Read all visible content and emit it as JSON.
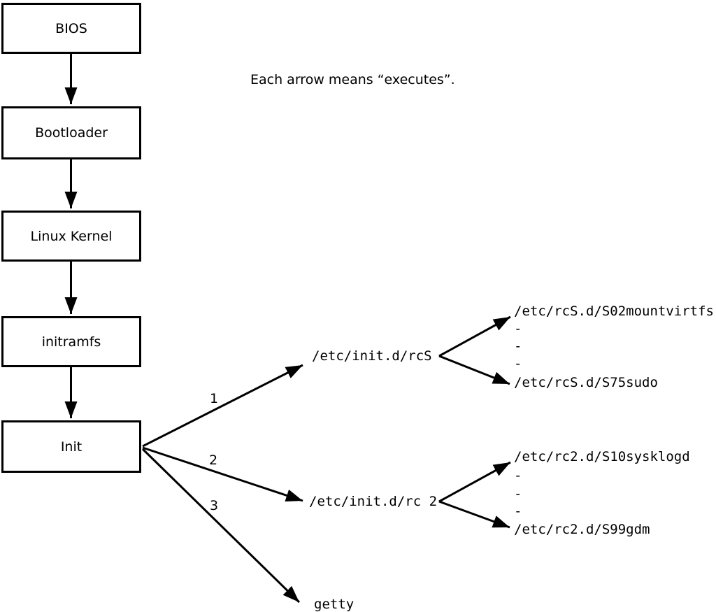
{
  "note": "Each arrow means “executes”.",
  "boot_chain": [
    {
      "label": "BIOS"
    },
    {
      "label": "Bootloader"
    },
    {
      "label": "Linux Kernel"
    },
    {
      "label": "initramfs"
    },
    {
      "label": "Init"
    }
  ],
  "init_children": [
    {
      "order": "1",
      "label": "/etc/init.d/rcS"
    },
    {
      "order": "2",
      "label": "/etc/init.d/rc 2"
    },
    {
      "order": "3",
      "label": "getty"
    }
  ],
  "rcS_dir": {
    "first": "/etc/rcS.d/S02mountvirtfs",
    "dots": [
      "-",
      "-",
      "-"
    ],
    "last": "/etc/rcS.d/S75sudo"
  },
  "rc2_dir": {
    "first": "/etc/rc2.d/S10sysklogd",
    "dots": [
      "-",
      "-",
      "-"
    ],
    "last": "/etc/rc2.d/S99gdm"
  },
  "colors": {
    "ink": "#000000",
    "background": "#ffffff"
  }
}
